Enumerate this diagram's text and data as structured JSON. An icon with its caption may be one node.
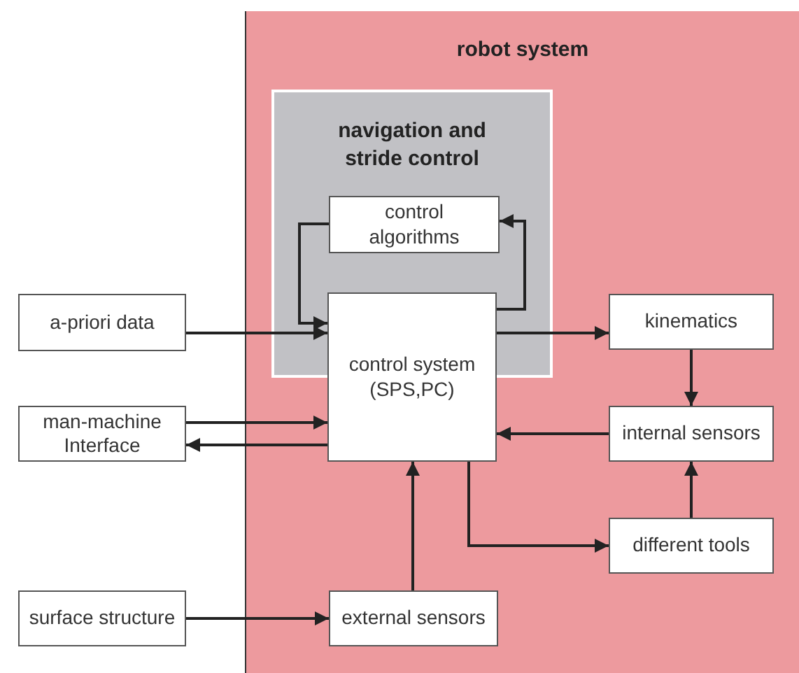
{
  "diagram": {
    "nodes": [
      {
        "text": [
          "robot system"
        ]
      },
      {
        "text": [
          "navigation and stride control"
        ],
        "in": 0
      },
      {
        "text": [
          "control algorithms"
        ],
        "in": 1
      },
      {
        "text": [
          "control system (SPS,PC)"
        ],
        "in": 0
      },
      {
        "text": [
          "a-priori data"
        ]
      },
      {
        "text": [
          "man-machine Interface"
        ]
      },
      {
        "text": [
          "surface structure"
        ]
      },
      {
        "text": [
          "kinematics"
        ],
        "in": 0
      },
      {
        "text": [
          "internal sensors"
        ],
        "in": 0
      },
      {
        "text": [
          "different tools"
        ],
        "in": 0
      },
      {
        "text": [
          "external sensors"
        ],
        "in": 0
      }
    ],
    "edges": [
      {
        "from": 2,
        "to": 3,
        "arrow": "to"
      },
      {
        "from": 3,
        "to": 2,
        "arrow": "to"
      },
      {
        "from": 4,
        "to": 3,
        "arrow": "to"
      },
      {
        "from": 3,
        "to": 7,
        "arrow": "to"
      },
      {
        "from": 5,
        "to": 3,
        "arrow": "to"
      },
      {
        "from": 3,
        "to": 5,
        "arrow": "to"
      },
      {
        "from": 7,
        "to": 8,
        "arrow": "to"
      },
      {
        "from": 8,
        "to": 3,
        "arrow": "to"
      },
      {
        "from": 10,
        "to": 3,
        "arrow": "to"
      },
      {
        "from": 3,
        "to": 9,
        "arrow": "to"
      },
      {
        "from": 9,
        "to": 8,
        "arrow": "to"
      },
      {
        "from": 6,
        "to": 10,
        "arrow": "to"
      }
    ]
  }
}
